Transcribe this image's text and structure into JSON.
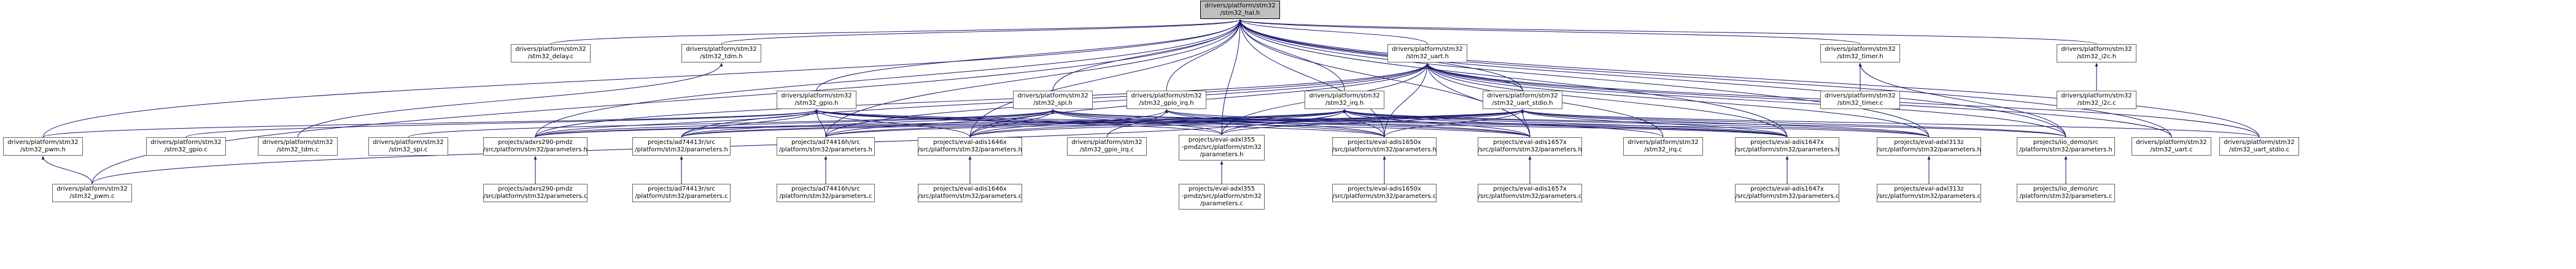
{
  "colors": {
    "edge": "#191970",
    "node_border": "#666666",
    "root_fill": "#bfbfbf",
    "node_fill": "#ffffff"
  },
  "nodes": {
    "hal": {
      "lines": [
        "drivers/platform/stm32",
        "/stm32_hal.h"
      ]
    },
    "delay": {
      "lines": [
        "drivers/platform/stm32",
        "/stm32_delay.c"
      ]
    },
    "tdm_h": {
      "lines": [
        "drivers/platform/stm32",
        "/stm32_tdm.h"
      ]
    },
    "uart_h": {
      "lines": [
        "drivers/platform/stm32",
        "/stm32_uart.h"
      ]
    },
    "timer_h": {
      "lines": [
        "drivers/platform/stm32",
        "/stm32_timer.h"
      ]
    },
    "i2c_h": {
      "lines": [
        "drivers/platform/stm32",
        "/stm32_i2c.h"
      ]
    },
    "gpio_h": {
      "lines": [
        "drivers/platform/stm32",
        "/stm32_gpio.h"
      ]
    },
    "spi_h": {
      "lines": [
        "drivers/platform/stm32",
        "/stm32_spi.h"
      ]
    },
    "gpio_irq_h": {
      "lines": [
        "drivers/platform/stm32",
        "/stm32_gpio_irq.h"
      ]
    },
    "irq_h": {
      "lines": [
        "drivers/platform/stm32",
        "/stm32_irq.h"
      ]
    },
    "uart_stdio_h": {
      "lines": [
        "drivers/platform/stm32",
        "/stm32_uart_stdio.h"
      ]
    },
    "timer_c": {
      "lines": [
        "drivers/platform/stm32",
        "/stm32_timer.c"
      ]
    },
    "i2c_c": {
      "lines": [
        "drivers/platform/stm32",
        "/stm32_i2c.c"
      ]
    },
    "pwm_h": {
      "lines": [
        "drivers/platform/stm32",
        "/stm32_pwm.h"
      ]
    },
    "gpio_c": {
      "lines": [
        "drivers/platform/stm32",
        "/stm32_gpio.c"
      ]
    },
    "tdm_c": {
      "lines": [
        "drivers/platform/stm32",
        "/stm32_tdm.c"
      ]
    },
    "spi_c": {
      "lines": [
        "drivers/platform/stm32",
        "/stm32_spi.c"
      ]
    },
    "adxrs290_h": {
      "lines": [
        "projects/adxrs290-pmdz",
        "/src/platform/stm32/parameters.h"
      ]
    },
    "ad7413_h": {
      "lines": [
        "projects/ad74413r/src",
        "/platform/stm32/parameters.h"
      ]
    },
    "ad74416_h": {
      "lines": [
        "projects/ad74416h/src",
        "/platform/stm32/parameters.h"
      ]
    },
    "adis1646_h": {
      "lines": [
        "projects/eval-adis1646x",
        "/src/platform/stm32/parameters.h"
      ]
    },
    "gpio_irq_c": {
      "lines": [
        "drivers/platform/stm32",
        "/stm32_gpio_irq.c"
      ]
    },
    "adxl355_h": {
      "lines": [
        "projects/eval-adxl355",
        "-pmdz/src/platform/stm32",
        "/parameters.h"
      ]
    },
    "adis1650_h": {
      "lines": [
        "projects/eval-adis1650x",
        "/src/platform/stm32/parameters.h"
      ]
    },
    "adis1657_h": {
      "lines": [
        "projects/eval-adis1657x",
        "/src/platform/stm32/parameters.h"
      ]
    },
    "irq_c": {
      "lines": [
        "drivers/platform/stm32",
        "/stm32_irq.c"
      ]
    },
    "adis1647_h": {
      "lines": [
        "projects/eval-adis1647x",
        "/src/platform/stm32/parameters.h"
      ]
    },
    "adxl313_h": {
      "lines": [
        "projects/eval-adxl313z",
        "/src/platform/stm32/parameters.h"
      ]
    },
    "iio_demo_h": {
      "lines": [
        "projects/iio_demo/src",
        "/platform/stm32/parameters.h"
      ]
    },
    "uart_c": {
      "lines": [
        "drivers/platform/stm32",
        "/stm32_uart.c"
      ]
    },
    "uart_stdio_c": {
      "lines": [
        "drivers/platform/stm32",
        "/stm32_uart_stdio.c"
      ]
    },
    "pwm_c": {
      "lines": [
        "drivers/platform/stm32",
        "/stm32_pwm.c"
      ]
    },
    "adxrs290_c": {
      "lines": [
        "projects/adxrs290-pmdz",
        "/src/platform/stm32/parameters.c"
      ]
    },
    "ad7413_c": {
      "lines": [
        "projects/ad74413r/src",
        "/platform/stm32/parameters.c"
      ]
    },
    "ad74416_c": {
      "lines": [
        "projects/ad74416h/src",
        "/platform/stm32/parameters.c"
      ]
    },
    "adis1646_c": {
      "lines": [
        "projects/eval-adis1646x",
        "/src/platform/stm32/parameters.c"
      ]
    },
    "adxl355_c": {
      "lines": [
        "projects/eval-adxl355",
        "-pmdz/src/platform/stm32",
        "/parameters.c"
      ]
    },
    "adis1650_c": {
      "lines": [
        "projects/eval-adis1650x",
        "/src/platform/stm32/parameters.c"
      ]
    },
    "adis1657_c": {
      "lines": [
        "projects/eval-adis1657x",
        "/src/platform/stm32/parameters.c"
      ]
    },
    "adis1647_c": {
      "lines": [
        "projects/eval-adis1647x",
        "/src/platform/stm32/parameters.c"
      ]
    },
    "adxl313_c": {
      "lines": [
        "projects/eval-adxl313z",
        "/src/platform/stm32/parameters.c"
      ]
    },
    "iio_demo_c": {
      "lines": [
        "projects/iio_demo/src",
        "/platform/stm32/parameters.c"
      ]
    }
  },
  "edges": [
    [
      "delay",
      "hal"
    ],
    [
      "tdm_h",
      "hal"
    ],
    [
      "uart_h",
      "hal"
    ],
    [
      "timer_h",
      "hal"
    ],
    [
      "i2c_h",
      "hal"
    ],
    [
      "gpio_h",
      "hal"
    ],
    [
      "spi_h",
      "hal"
    ],
    [
      "gpio_irq_h",
      "hal"
    ],
    [
      "irq_h",
      "hal"
    ],
    [
      "uart_stdio_h",
      "hal"
    ],
    [
      "pwm_h",
      "hal"
    ],
    [
      "adxrs290_h",
      "hal"
    ],
    [
      "ad74416_h",
      "hal"
    ],
    [
      "adis1646_h",
      "hal"
    ],
    [
      "adxl355_h",
      "hal"
    ],
    [
      "adis1650_h",
      "hal"
    ],
    [
      "adis1657_h",
      "hal"
    ],
    [
      "adis1647_h",
      "hal"
    ],
    [
      "adxl313_h",
      "hal"
    ],
    [
      "iio_demo_h",
      "hal"
    ],
    [
      "uart_c",
      "hal"
    ],
    [
      "uart_stdio_c",
      "hal"
    ],
    [
      "pwm_c",
      "hal"
    ],
    [
      "tdm_c",
      "tdm_h"
    ],
    [
      "uart_stdio_h",
      "uart_h"
    ],
    [
      "uart_c",
      "uart_h"
    ],
    [
      "uart_stdio_c",
      "uart_h"
    ],
    [
      "ad7413_h",
      "uart_h"
    ],
    [
      "ad74416_h",
      "uart_h"
    ],
    [
      "adis1646_h",
      "uart_h"
    ],
    [
      "adxl355_h",
      "uart_h"
    ],
    [
      "adis1650_h",
      "uart_h"
    ],
    [
      "adis1657_h",
      "uart_h"
    ],
    [
      "adis1647_h",
      "uart_h"
    ],
    [
      "adxl313_h",
      "uart_h"
    ],
    [
      "iio_demo_h",
      "uart_h"
    ],
    [
      "irq_c",
      "uart_h"
    ],
    [
      "adxrs290_h",
      "uart_h"
    ],
    [
      "timer_c",
      "timer_h"
    ],
    [
      "iio_demo_h",
      "timer_h"
    ],
    [
      "i2c_c",
      "i2c_h"
    ],
    [
      "gpio_c",
      "gpio_h"
    ],
    [
      "adxrs290_h",
      "gpio_h"
    ],
    [
      "ad7413_h",
      "gpio_h"
    ],
    [
      "ad74416_h",
      "gpio_h"
    ],
    [
      "adis1646_h",
      "gpio_h"
    ],
    [
      "adxl355_h",
      "gpio_h"
    ],
    [
      "adis1650_h",
      "gpio_h"
    ],
    [
      "adis1657_h",
      "gpio_h"
    ],
    [
      "adis1647_h",
      "gpio_h"
    ],
    [
      "pwm_h",
      "gpio_h"
    ],
    [
      "spi_c",
      "spi_h"
    ],
    [
      "adxrs290_h",
      "spi_h"
    ],
    [
      "ad7413_h",
      "spi_h"
    ],
    [
      "ad74416_h",
      "spi_h"
    ],
    [
      "adis1646_h",
      "spi_h"
    ],
    [
      "adxl355_h",
      "spi_h"
    ],
    [
      "adis1650_h",
      "spi_h"
    ],
    [
      "adis1657_h",
      "spi_h"
    ],
    [
      "adis1647_h",
      "spi_h"
    ],
    [
      "adxl313_h",
      "spi_h"
    ],
    [
      "gpio_irq_c",
      "gpio_irq_h"
    ],
    [
      "adis1646_h",
      "gpio_irq_h"
    ],
    [
      "adis1650_h",
      "gpio_irq_h"
    ],
    [
      "adis1657_h",
      "gpio_irq_h"
    ],
    [
      "adis1647_h",
      "gpio_irq_h"
    ],
    [
      "irq_c",
      "irq_h"
    ],
    [
      "adxrs290_h",
      "irq_h"
    ],
    [
      "ad7413_h",
      "irq_h"
    ],
    [
      "ad74416_h",
      "irq_h"
    ],
    [
      "adis1646_h",
      "irq_h"
    ],
    [
      "adxl355_h",
      "irq_h"
    ],
    [
      "adis1650_h",
      "irq_h"
    ],
    [
      "adis1657_h",
      "irq_h"
    ],
    [
      "adis1647_h",
      "irq_h"
    ],
    [
      "adxl313_h",
      "irq_h"
    ],
    [
      "iio_demo_h",
      "irq_h"
    ],
    [
      "pwm_c",
      "irq_h"
    ],
    [
      "uart_stdio_c",
      "uart_stdio_h"
    ],
    [
      "ad7413_h",
      "uart_stdio_h"
    ],
    [
      "ad74416_h",
      "uart_stdio_h"
    ],
    [
      "adis1646_h",
      "uart_stdio_h"
    ],
    [
      "adxl355_h",
      "uart_stdio_h"
    ],
    [
      "adis1650_h",
      "uart_stdio_h"
    ],
    [
      "adis1657_h",
      "uart_stdio_h"
    ],
    [
      "adis1647_h",
      "uart_stdio_h"
    ],
    [
      "adxl313_h",
      "uart_stdio_h"
    ],
    [
      "iio_demo_h",
      "uart_stdio_h"
    ],
    [
      "adxrs290_h",
      "uart_stdio_h"
    ],
    [
      "pwm_c",
      "pwm_h"
    ],
    [
      "adxrs290_c",
      "adxrs290_h"
    ],
    [
      "ad7413_c",
      "ad7413_h"
    ],
    [
      "ad74416_c",
      "ad74416_h"
    ],
    [
      "adis1646_c",
      "adis1646_h"
    ],
    [
      "adxl355_c",
      "adxl355_h"
    ],
    [
      "adis1650_c",
      "adis1650_h"
    ],
    [
      "adis1657_c",
      "adis1657_h"
    ],
    [
      "adis1647_c",
      "adis1647_h"
    ],
    [
      "adxl313_c",
      "adxl313_h"
    ],
    [
      "iio_demo_c",
      "iio_demo_h"
    ]
  ]
}
